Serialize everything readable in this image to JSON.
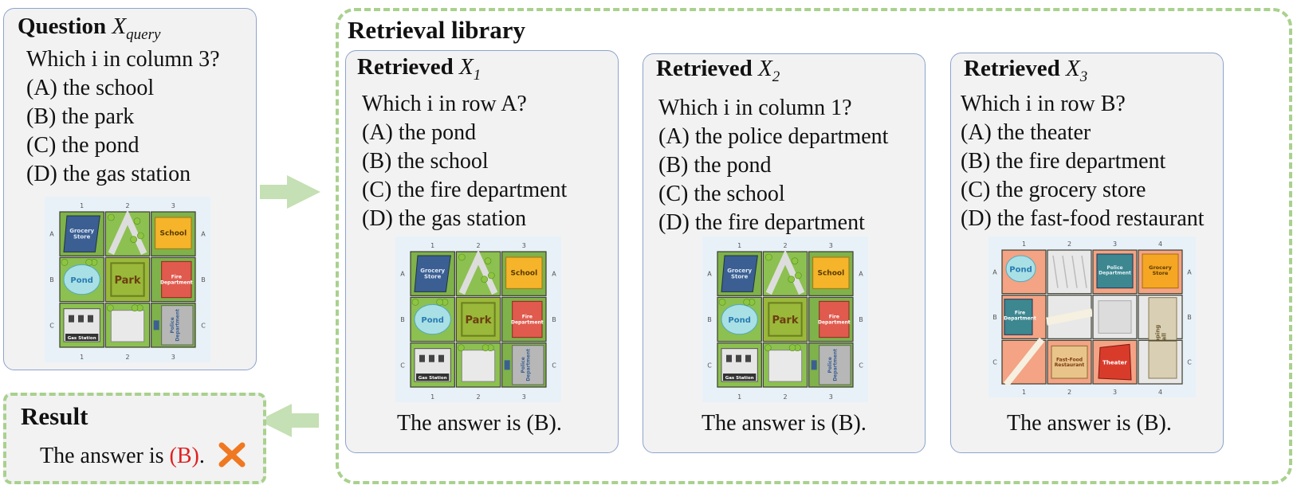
{
  "query": {
    "title": "Question",
    "math_symbol": "X",
    "math_subscript": "query",
    "question": "Which i in column 3?",
    "options": [
      "(A) the school",
      "(B) the park",
      "(C) the pond",
      "(D) the gas station"
    ],
    "map": {
      "cols": [
        "1",
        "2",
        "3"
      ],
      "rows": [
        "A",
        "B",
        "C"
      ],
      "labels": {
        "grocery": "Grocery Store",
        "school": "School",
        "pond": "Pond",
        "park": "Park",
        "fire": "Fire Department",
        "gas": "Gas Station",
        "police": "Police Department"
      }
    }
  },
  "library": {
    "title": "Retrieval library",
    "items": [
      {
        "title": "Retrieved",
        "math_symbol": "X",
        "math_subscript": "1",
        "question": "Which i in row A?",
        "options": [
          "(A) the pond",
          "(B) the school",
          "(C) the fire department",
          "(D) the gas station"
        ],
        "answer": "The answer is (B)."
      },
      {
        "title": "Retrieved",
        "math_symbol": "X",
        "math_subscript": "2",
        "question": "Which i in column 1?",
        "options": [
          "(A) the police department",
          "(B) the pond",
          "(C) the school",
          "(D) the fire department"
        ],
        "answer": "The answer is (B)."
      },
      {
        "title": "Retrieved",
        "math_symbol": "X",
        "math_subscript": "3",
        "question": "Which i in row B?",
        "options": [
          "(A) the theater",
          "(B) the fire department",
          "(C) the grocery store",
          "(D) the fast-food restaurant"
        ],
        "answer": "The answer is (B).",
        "map": {
          "cols": [
            "1",
            "2",
            "3",
            "4"
          ],
          "rows": [
            "A",
            "B",
            "C"
          ],
          "labels": {
            "pond": "Pond",
            "police": "Police Department",
            "grocery": "Grocery Store",
            "fire": "Fire Department",
            "fastfood": "Fast-Food Restaurant",
            "theater": "Theater",
            "mall": "Shopping Mall"
          }
        }
      }
    ]
  },
  "result": {
    "title": "Result",
    "prefix": "The answer is ",
    "choice": "(B)",
    "suffix": ".",
    "status_icon": "cross-mark-icon",
    "status_color": "#f07820"
  },
  "colors": {
    "dashed_border": "#a9d18e",
    "arrow": "#c5e0b4",
    "card_border": "#8ea3cf",
    "card_bg": "#f2f2f2",
    "wrong_answer": "#e02020"
  }
}
